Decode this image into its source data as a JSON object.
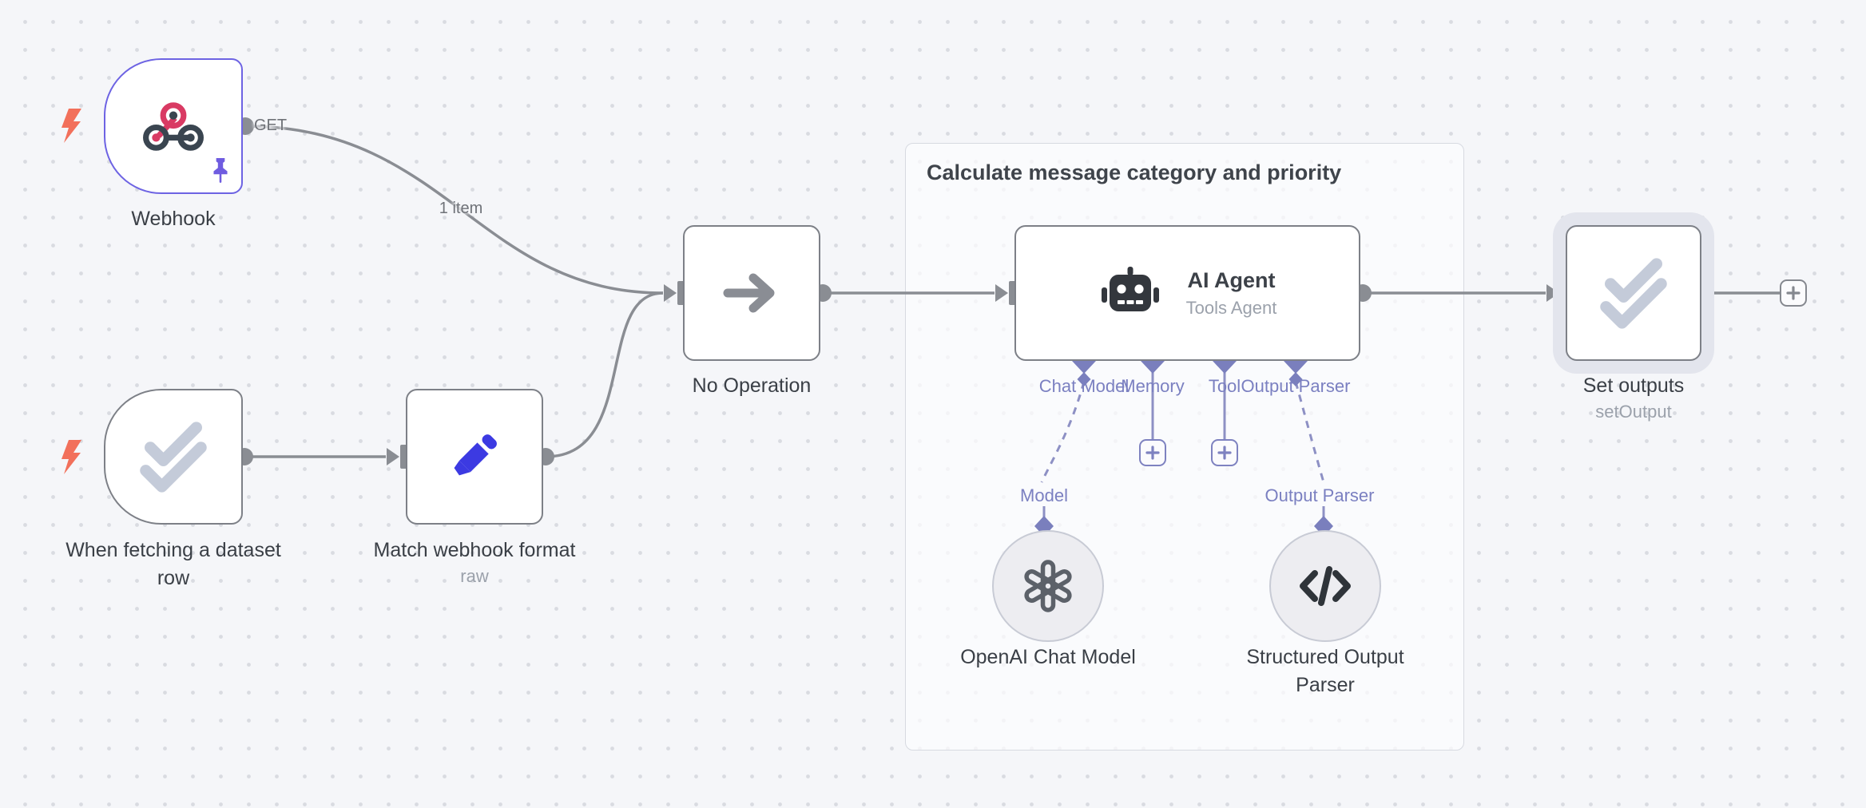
{
  "group": {
    "title": "Calculate message category and priority"
  },
  "edge_labels": {
    "webhook_method": "GET",
    "items": "1 item"
  },
  "nodes": {
    "webhook": {
      "label": "Webhook"
    },
    "dataset_trigger": {
      "label": "When fetching a dataset\nrow"
    },
    "match_format": {
      "label": "Match webhook format",
      "subtitle": "raw"
    },
    "no_operation": {
      "label": "No Operation"
    },
    "ai_agent": {
      "title": "AI Agent",
      "subtitle": "Tools Agent",
      "ports": [
        {
          "label": "Chat Model"
        },
        {
          "label": "Memory"
        },
        {
          "label": "Tool"
        },
        {
          "label": "Output Parser"
        }
      ]
    },
    "openai_chat_model": {
      "label": "OpenAI Chat Model",
      "port_label": "Model"
    },
    "structured_output_parser": {
      "label": "Structured Output\nParser",
      "port_label": "Output Parser"
    },
    "set_outputs": {
      "label": "Set outputs",
      "subtitle": "setOutput"
    }
  },
  "icons": {
    "trigger": "lightning-bolt-icon",
    "webhook": "webhook-icon",
    "pinned": "pin-icon",
    "dataset_trigger": "double-check-icon",
    "match_format": "pencil-icon",
    "no_operation": "arrow-right-icon",
    "ai_agent": "robot-icon",
    "openai": "openai-logo-icon",
    "output_parser": "code-icon",
    "set_outputs": "double-check-icon",
    "add": "plus-icon"
  },
  "colors": {
    "canvas_bg": "#f5f6f9",
    "grid_dot": "#d9dbe1",
    "node_border": "#7d8087",
    "selected_border": "#6d63e3",
    "selection_halo": "#e3e5ed",
    "edge": "#8a8d93",
    "ai_connection": "#7a7fbd",
    "trigger_bolt": "#f2705b",
    "pencil_blue": "#3c3ae2",
    "webhook_pink": "#d93a63",
    "icon_dark": "#33373d",
    "check_light": "#c4cbd9",
    "group_border": "#d7dae1",
    "group_title_text": "#3f444b"
  }
}
